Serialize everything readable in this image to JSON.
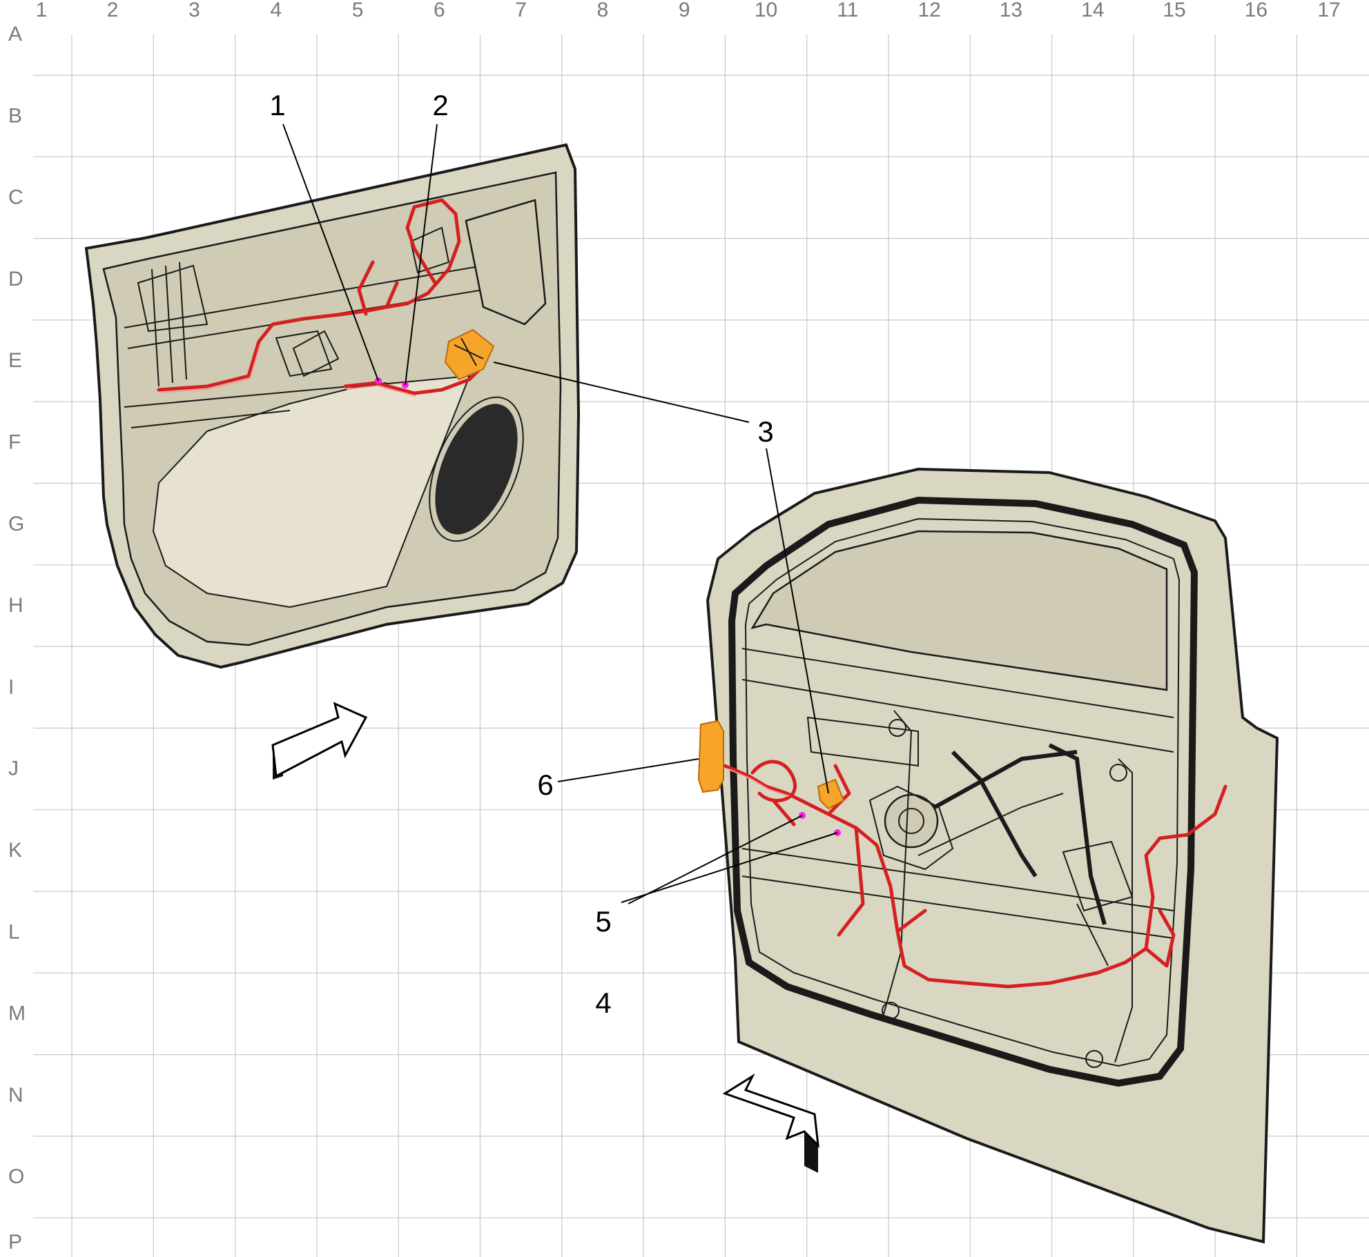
{
  "grid": {
    "columns": [
      "1",
      "2",
      "3",
      "4",
      "5",
      "6",
      "7",
      "8",
      "9",
      "10",
      "11",
      "12",
      "13",
      "14",
      "15",
      "16",
      "17"
    ],
    "rows": [
      "A",
      "B",
      "C",
      "D",
      "E",
      "F",
      "G",
      "H",
      "I",
      "J",
      "K",
      "L",
      "M",
      "N",
      "O",
      "P"
    ]
  },
  "callouts": [
    {
      "id": "1",
      "label": "1"
    },
    {
      "id": "2",
      "label": "2"
    },
    {
      "id": "3",
      "label": "3"
    },
    {
      "id": "4",
      "label": "4"
    },
    {
      "id": "5",
      "label": "5"
    },
    {
      "id": "6",
      "label": "6"
    }
  ],
  "colors": {
    "panel_fill": "#d9d6c2",
    "harness": "#d42020",
    "connector": "#f7a52a",
    "splice_dot": "#ff1fe0",
    "grid": "#c8c8c8",
    "grid_label": "#7a7a7a"
  }
}
